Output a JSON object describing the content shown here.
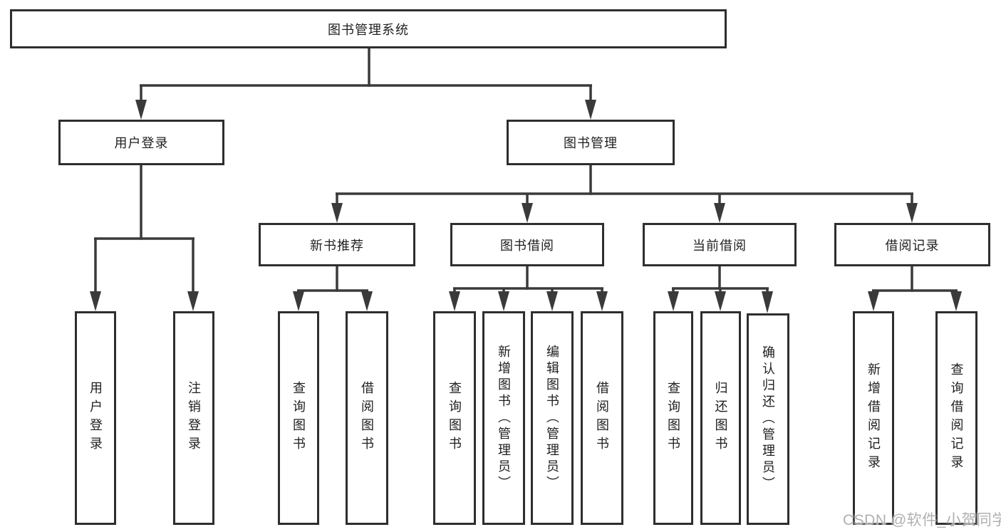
{
  "tree": {
    "root": "图书管理系统",
    "branches": [
      {
        "label": "用户登录",
        "children": [
          "用户登录",
          "注销登录"
        ]
      },
      {
        "label": "图书管理",
        "children": [
          {
            "label": "新书推荐",
            "children": [
              "查询图书",
              "借阅图书"
            ]
          },
          {
            "label": "图书借阅",
            "children": [
              "查询图书",
              "新增图书（管理员）",
              "编辑图书（管理员）",
              "借阅图书"
            ]
          },
          {
            "label": "当前借阅",
            "children": [
              "查询图书",
              "归还图书",
              "确认归还（管理员）"
            ]
          },
          {
            "label": "借阅记录",
            "children": [
              "新增借阅记录",
              "查询借阅记录"
            ]
          }
        ]
      }
    ]
  },
  "watermark": {
    "text": "CSDN @软件_小贺同学"
  },
  "colors": {
    "background": "#ffffff",
    "line": "#3a3a3a",
    "box_border": "#2e2e2e",
    "text": "#1f1f1f",
    "watermark": "#b0b0b0"
  }
}
